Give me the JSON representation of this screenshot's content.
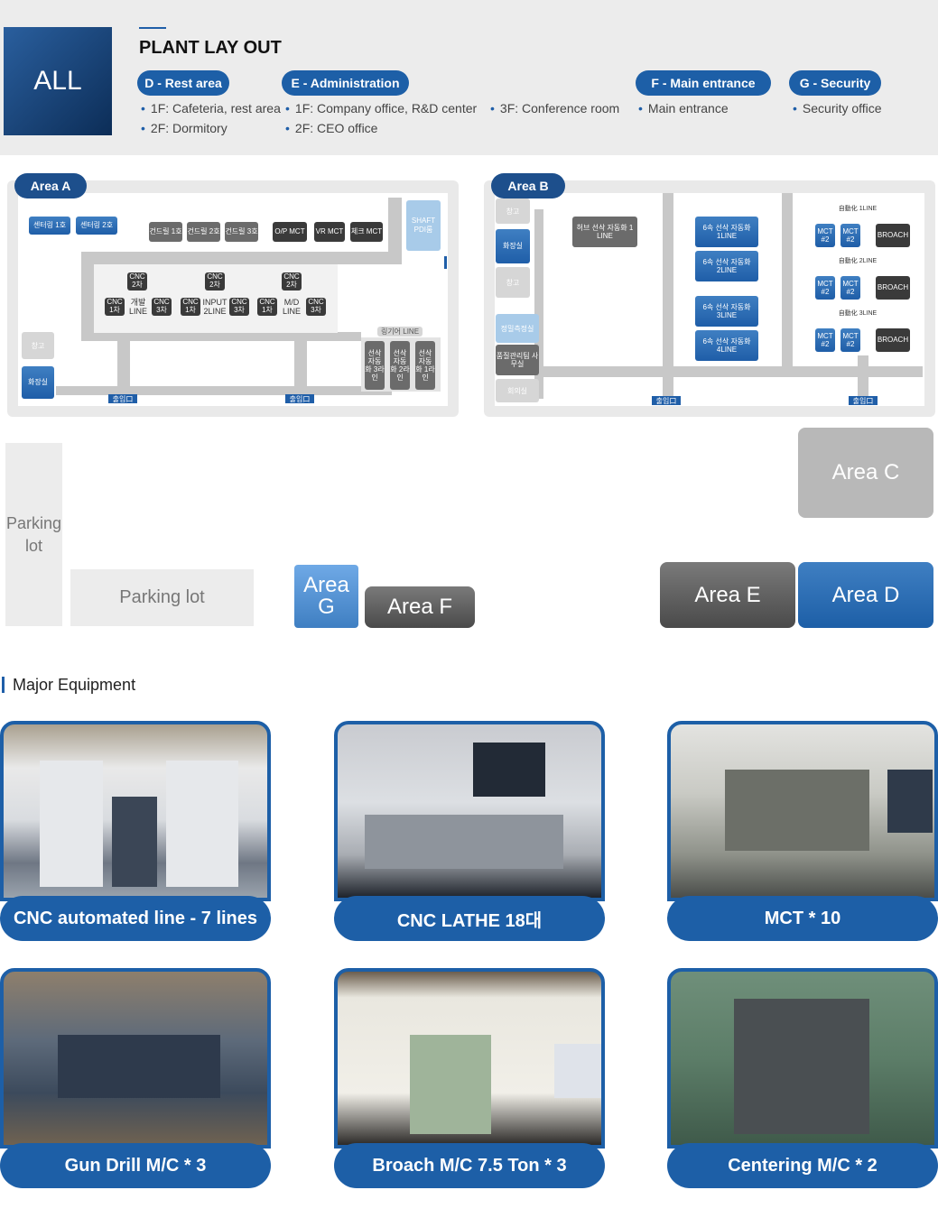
{
  "header": {
    "all_label": "ALL",
    "title": "PLANT LAY OUT",
    "legend": [
      {
        "tag": "D - Rest area",
        "items": [
          "1F: Cafeteria, rest area",
          "2F: Dormitory"
        ]
      },
      {
        "tag": "E - Administration",
        "items": [
          "1F: Company office, R&D center",
          "2F: CEO office",
          "3F: Conference room"
        ]
      },
      {
        "tag": "F - Main entrance",
        "items": [
          "Main entrance"
        ]
      },
      {
        "tag": "G - Security",
        "items": [
          "Security office"
        ]
      }
    ]
  },
  "map": {
    "area_a": {
      "tag": "Area A",
      "top_boxes": [
        "센터링 1호",
        "센터링 2호",
        "건드릴 1호",
        "건드릴 2호",
        "건드릴 3호",
        "O/P MCT",
        "VR MCT",
        "체크 MCT"
      ],
      "shaft": "SHAFT PDI룸",
      "cnc_top": [
        "CNC 2차",
        "CNC 2차",
        "CNC 2차"
      ],
      "cnc_rows": [
        [
          "CNC 1차",
          "개발 LINE",
          "CNC 3차"
        ],
        [
          "CNC 1차",
          "INPUT 2LINE",
          "CNC 3차"
        ],
        [
          "CNC 1차",
          "M/D LINE",
          "CNC 3차"
        ]
      ],
      "left_boxes": [
        "창고",
        "화장실"
      ],
      "line_label": "링기어 LINE",
      "line_boxes": [
        "선삭 자동화 3라인",
        "선삭 자동화 2라인",
        "선삭 자동화 1라인"
      ],
      "exits": [
        "출입口",
        "출입口"
      ]
    },
    "area_b": {
      "tag": "Area B",
      "left_boxes": [
        "창고",
        "화장실",
        "창고",
        "정밀측정실",
        "품질관리팀 사무실",
        "회의실"
      ],
      "hub": "허브 선삭 자동화 1 LINE",
      "lines": [
        "6속 선삭 자동화 1LINE",
        "6속 선삭 자동화 2LINE",
        "6속 선삭 자동화 3LINE",
        "6속 선삭 자동화 4LINE"
      ],
      "auto_labels": [
        "自動化 1LINE",
        "自動化 2LINE",
        "自動化 3LINE"
      ],
      "mct": "MCT #2",
      "broach": "BROACH",
      "exits": [
        "출입口",
        "출입口"
      ]
    },
    "area_c": "Area C",
    "area_d": "Area D",
    "area_e": "Area E",
    "area_f": "Area F",
    "area_g": "Area G",
    "parking_vertical": "Parking lot",
    "parking_horizontal": "Parking lot"
  },
  "equipment": {
    "title": "Major Equipment",
    "cards": [
      {
        "caption": "CNC automated line - 7 lines"
      },
      {
        "caption": "CNC LATHE 18대"
      },
      {
        "caption": "MCT * 10"
      },
      {
        "caption": "Gun Drill M/C * 3"
      },
      {
        "caption": "Broach M/C 7.5 Ton * 3"
      },
      {
        "caption": "Centering M/C * 2"
      }
    ]
  },
  "colors": {
    "brand_blue": "#1d5fa7",
    "dark_navy": "#0c2d57",
    "gray_box": "#6b6b6b"
  }
}
